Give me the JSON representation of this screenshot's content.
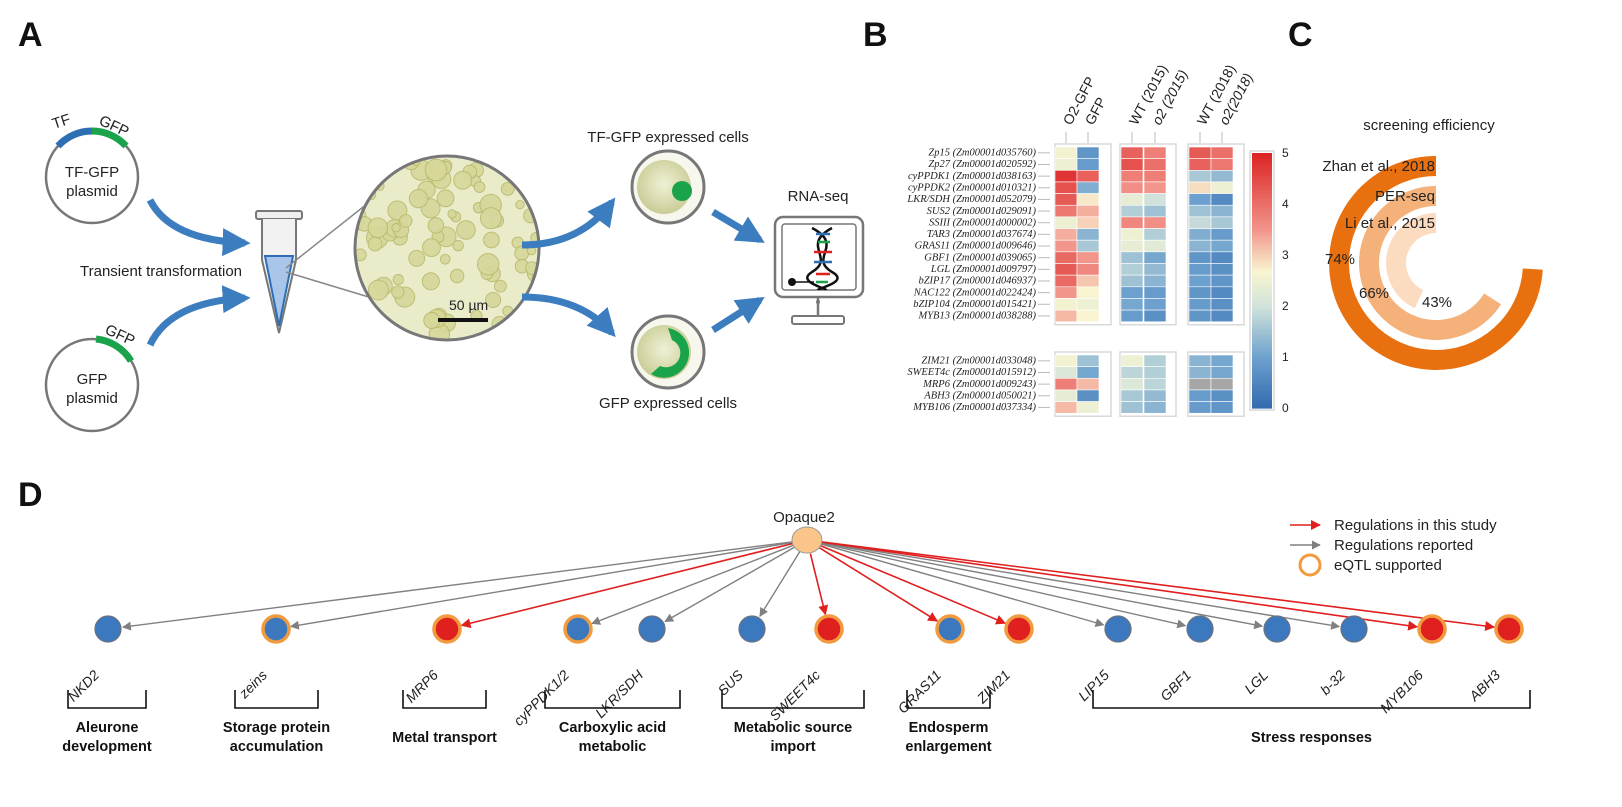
{
  "panels": {
    "a": "A",
    "b": "B",
    "c": "C",
    "d": "D"
  },
  "panel_a": {
    "tf_label": "TF",
    "gfp_label_top": "GFP",
    "plasmid1": [
      "TF-GFP",
      "plasmid"
    ],
    "gfp_label_bottom": "GFP",
    "plasmid2": [
      "GFP",
      "plasmid"
    ],
    "transformation": "Transient transformation",
    "scale": "50 µm",
    "tf_cells": "TF-GFP expressed cells",
    "gfp_cells": "GFP expressed cells",
    "rnaseq": "RNA-seq",
    "colors": {
      "arrow": "#3b7dbf",
      "gfp": "#1aa34a",
      "tf": "#2e6fb3",
      "cell_bg": "#e6e8c4"
    }
  },
  "panel_b": {
    "columns": [
      "O2-GFP",
      "GFP",
      "WT (2015)",
      "o2 (2015)",
      "WT (2018)",
      "o2(2018)"
    ],
    "genes_group1": [
      "Zp15 (Zm00001d035760)",
      "Zp27 (Zm00001d020592)",
      "cyPPDK1 (Zm00001d038163)",
      "cyPPDK2 (Zm00001d010321)",
      "LKR/SDH (Zm00001d052079)",
      "SUS2 (Zm00001d029091)",
      "SSIII (Zm00001d000002)",
      "TAR3 (Zm00001d037674)",
      "GRAS11 (Zm00001d009646)",
      "GBF1 (Zm00001d039065)",
      "LGL (Zm00001d009797)",
      "bZIP17 (Zm00001d046937)",
      "NAC122 (Zm00001d022424)",
      "bZIP104 (Zm00001d015421)",
      "MYB13 (Zm00001d038288)"
    ],
    "genes_group2": [
      "ZIM21 (Zm00001d033048)",
      "SWEET4c (Zm00001d015912)",
      "MRP6 (Zm00001d009243)",
      "ABH3 (Zm00001d050021)",
      "MYB106 (Zm00001d037334)"
    ],
    "values_group1": [
      [
        2.6,
        0.8,
        4.2,
        3.8,
        4.3,
        4.0
      ],
      [
        2.5,
        0.9,
        4.4,
        4.0,
        4.2,
        3.9
      ],
      [
        4.8,
        4.2,
        3.8,
        3.8,
        1.6,
        1.4
      ],
      [
        4.4,
        1.2,
        3.6,
        3.5,
        2.9,
        2.5
      ],
      [
        4.3,
        2.8,
        2.4,
        2.0,
        1.0,
        0.6
      ],
      [
        3.9,
        3.3,
        1.7,
        1.5,
        1.5,
        1.3
      ],
      [
        2.5,
        3.0,
        3.7,
        3.6,
        1.9,
        1.6
      ],
      [
        3.3,
        1.3,
        2.5,
        1.7,
        1.2,
        0.9
      ],
      [
        3.5,
        1.6,
        2.4,
        2.3,
        1.3,
        1.1
      ],
      [
        4.1,
        3.5,
        1.5,
        1.1,
        0.8,
        0.6
      ],
      [
        4.3,
        3.7,
        1.7,
        1.4,
        0.9,
        0.7
      ],
      [
        4.1,
        3.1,
        1.5,
        1.3,
        1.0,
        0.8
      ],
      [
        3.5,
        2.7,
        1.0,
        0.9,
        0.8,
        0.6
      ],
      [
        2.6,
        2.5,
        1.1,
        1.0,
        0.9,
        0.7
      ],
      [
        3.2,
        2.7,
        0.9,
        0.7,
        0.8,
        0.6
      ]
    ],
    "values_group2": [
      [
        2.6,
        1.5,
        2.5,
        1.7,
        1.3,
        1.1
      ],
      [
        2.2,
        1.1,
        1.8,
        1.7,
        1.3,
        1.1
      ],
      [
        3.8,
        3.2,
        2.2,
        1.8,
        null,
        null
      ],
      [
        2.4,
        0.7,
        1.6,
        1.4,
        0.9,
        0.7
      ],
      [
        3.2,
        2.5,
        1.5,
        1.3,
        0.9,
        0.8
      ]
    ],
    "colorbar_ticks": [
      "0",
      "1",
      "2",
      "3",
      "4",
      "5"
    ],
    "missing_color": "#a6a6a6"
  },
  "panel_c": {
    "title": "screening efficiency",
    "series": [
      {
        "name": "Zhan et al., 2018",
        "value": 74,
        "label": "74%",
        "color": "#e8700f"
      },
      {
        "name": "PER-seq",
        "value": 66,
        "label": "66%",
        "color": "#f4b27a"
      },
      {
        "name": "Li et al.,  2015",
        "value": 43,
        "label": "43%",
        "color": "#fbdcc0"
      }
    ]
  },
  "panel_d": {
    "root": "Opaque2",
    "root_color": "#fbc58a",
    "legend": [
      "Regulations in this study",
      "Regulations reported",
      "eQTL supported"
    ],
    "colors": {
      "blue": "#3b78be",
      "red": "#e01f1f",
      "orange_ring": "#f29a3e",
      "gray_arrow": "#808080",
      "red_arrow": "#e01f1f"
    },
    "nodes": [
      {
        "label": "NKD2",
        "fill": "blue",
        "eqtl": false,
        "arrow": "gray"
      },
      {
        "label": "zeins",
        "fill": "blue",
        "eqtl": true,
        "arrow": "gray"
      },
      {
        "label": "MRP6",
        "fill": "red",
        "eqtl": true,
        "arrow": "red"
      },
      {
        "label": "cyPPDK1/2",
        "fill": "blue",
        "eqtl": true,
        "arrow": "gray"
      },
      {
        "label": "LKR/SDH",
        "fill": "blue",
        "eqtl": false,
        "arrow": "gray"
      },
      {
        "label": "SUS",
        "fill": "blue",
        "eqtl": false,
        "arrow": "gray"
      },
      {
        "label": "SWEET4c",
        "fill": "red",
        "eqtl": true,
        "arrow": "red"
      },
      {
        "label": "GRAS11",
        "fill": "blue",
        "eqtl": true,
        "arrow": "red"
      },
      {
        "label": "ZIM21",
        "fill": "red",
        "eqtl": true,
        "arrow": "red"
      },
      {
        "label": "LIP15",
        "fill": "blue",
        "eqtl": false,
        "arrow": "gray"
      },
      {
        "label": "GBF1",
        "fill": "blue",
        "eqtl": false,
        "arrow": "gray"
      },
      {
        "label": "LGL",
        "fill": "blue",
        "eqtl": false,
        "arrow": "gray"
      },
      {
        "label": "b-32",
        "fill": "blue",
        "eqtl": false,
        "arrow": "gray"
      },
      {
        "label": "MYB106",
        "fill": "red",
        "eqtl": true,
        "arrow": "red"
      },
      {
        "label": "ABH3",
        "fill": "red",
        "eqtl": true,
        "arrow": "red"
      }
    ],
    "categories": [
      {
        "lines": [
          "Aleurone",
          "development"
        ]
      },
      {
        "lines": [
          "Storage protein",
          "accumulation"
        ]
      },
      {
        "lines": [
          "Metal transport"
        ]
      },
      {
        "lines": [
          "Carboxylic acid",
          "metabolic"
        ]
      },
      {
        "lines": [
          "Metabolic source",
          "import"
        ]
      },
      {
        "lines": [
          "Endosperm",
          "enlargement"
        ]
      },
      {
        "lines": [
          "Stress responses"
        ]
      }
    ]
  }
}
